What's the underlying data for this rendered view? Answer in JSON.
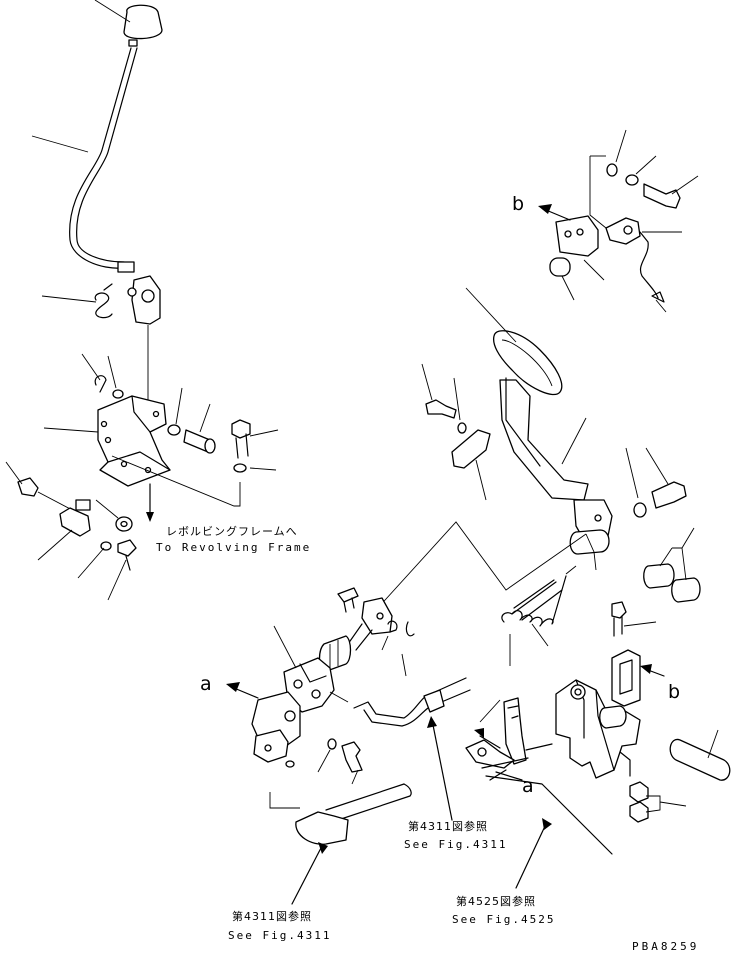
{
  "labels": {
    "revolving_frame_jp": "レボルビングフレームへ",
    "revolving_frame_en": "To Revolving Frame",
    "ref_a": "a",
    "ref_b": "b",
    "see_4311_jp": "第4311図参照",
    "see_4311_en": "See Fig.4311",
    "see_4525_jp": "第4525図参照",
    "see_4525_en": "See Fig.4525",
    "drawing_code": "PBA8259"
  }
}
